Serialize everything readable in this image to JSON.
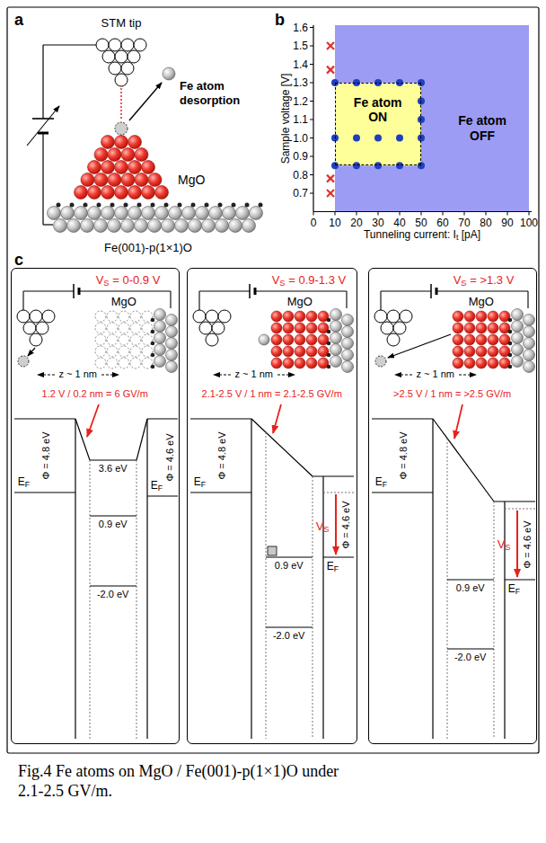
{
  "diagram": {
    "caption": "Fig.4 Fe atoms on MgO / Fe(001)-p(1×1)O under 2.1-2.5 GV/m.",
    "nodes": [
      {
        "text": [
          "Fe atom OFF"
        ]
      },
      {
        "text": [
          "Fe atom ON"
        ],
        "in": 0
      },
      {
        "text": [
          "VS = 0-0.9 V",
          "MgO",
          "z ~ 1 nm",
          "1.2 V / 0.2 nm = 6 GV/m",
          "Φ = 4.8 eV",
          "3.6 eV",
          "0.9 eV",
          "-2.0 eV",
          "Φ = 4.6 eV",
          "EF",
          "EF"
        ]
      },
      {
        "text": [
          "VS = 0.9-1.3 V",
          "MgO",
          "z ~ 1 nm",
          "2.1-2.5 V / 1 nm = 2.1-2.5 GV/m",
          "Φ = 4.8 eV",
          "0.9 eV",
          "-2.0 eV",
          "Φ = 4.6 eV",
          "EF",
          "VS",
          "EF"
        ]
      },
      {
        "text": [
          "VS = >1.3 V",
          "MgO",
          "z ~ 1 nm",
          ">2.5 V / 1 nm = >2.5 GV/m",
          "Φ = 4.8 eV",
          "0.9 eV",
          "-2.0 eV",
          "Φ = 4.6 eV",
          "EF",
          "VS",
          "EF"
        ]
      }
    ],
    "labels": [
      "a",
      "STM tip",
      "Fe atom desorption",
      "MgO",
      "Fe(001)-p(1×1)O",
      "b",
      "Sample voltage [V]",
      "1.6",
      "1.5",
      "1.4",
      "1.3",
      "1.2",
      "1.1",
      "1.0",
      "0.9",
      "0.8",
      "0.7",
      "0",
      "10",
      "20",
      "30",
      "40",
      "50",
      "60",
      "70",
      "80",
      "90",
      "100",
      "Tunneling current: It [pA]",
      "c"
    ]
  }
}
